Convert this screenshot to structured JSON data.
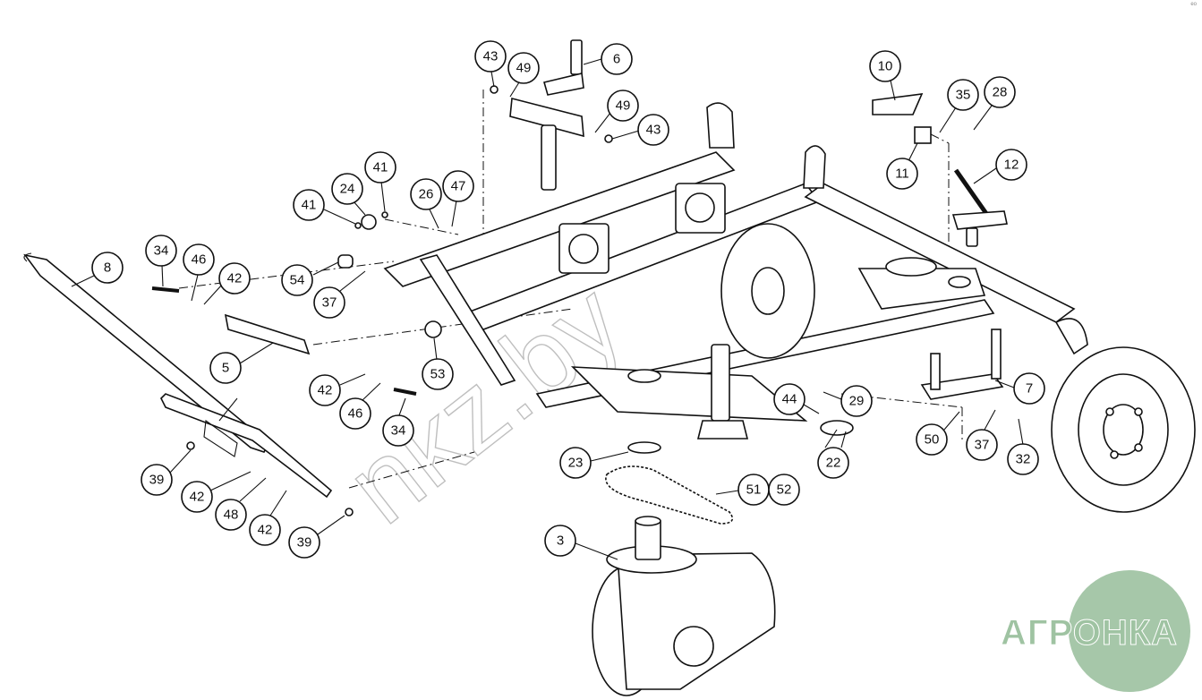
{
  "diagram": {
    "callouts": [
      {
        "label": "3"
      },
      {
        "label": "5"
      },
      {
        "label": "6"
      },
      {
        "label": "7"
      },
      {
        "label": "8"
      },
      {
        "label": "10"
      },
      {
        "label": "11"
      },
      {
        "label": "12"
      },
      {
        "label": "22"
      },
      {
        "label": "23"
      },
      {
        "label": "24"
      },
      {
        "label": "26"
      },
      {
        "label": "28"
      },
      {
        "label": "29"
      },
      {
        "label": "32"
      },
      {
        "label": "34"
      },
      {
        "label": "34"
      },
      {
        "label": "35"
      },
      {
        "label": "37"
      },
      {
        "label": "37"
      },
      {
        "label": "39"
      },
      {
        "label": "39"
      },
      {
        "label": "41"
      },
      {
        "label": "41"
      },
      {
        "label": "42"
      },
      {
        "label": "42"
      },
      {
        "label": "42"
      },
      {
        "label": "42"
      },
      {
        "label": "43"
      },
      {
        "label": "43"
      },
      {
        "label": "44"
      },
      {
        "label": "46"
      },
      {
        "label": "46"
      },
      {
        "label": "47"
      },
      {
        "label": "48"
      },
      {
        "label": "49"
      },
      {
        "label": "49"
      },
      {
        "label": "50"
      },
      {
        "label": "51"
      },
      {
        "label": "53"
      },
      {
        "label": "54"
      }
    ],
    "callout_51_52": {
      "label": "51 52"
    },
    "watermark": {
      "text": "nkz.by"
    },
    "logo": {
      "text": "АГРОНКА",
      "color": "#9fc3a2"
    },
    "corner_mark": "ео"
  }
}
